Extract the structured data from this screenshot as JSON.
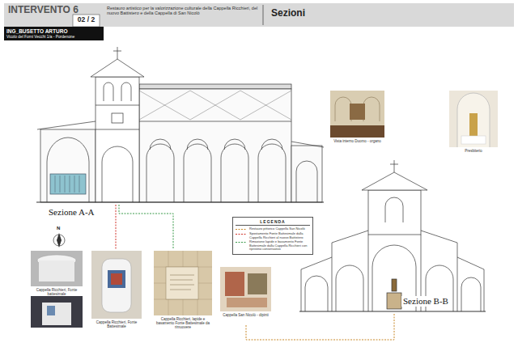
{
  "diagram": {
    "title": "Sezioni",
    "labels": [
      "INTERVENTO 6",
      "02 / 2",
      "Restauro artistico per la valorizzazione culturale della Cappella Ricchieri, del nuovo Battistero e della Cappella di San Nicolò",
      "ING_BUSETTO ARTURO",
      "Vicolo del Forni Vecchi 1/a - Pordenone",
      "Sezione A-A",
      "Sezione B-B",
      "N",
      "LEGENDA",
      "Vista interno Duomo - organo",
      "Presbiterio",
      "Cappella Ricchieri, Fonte battesimale",
      "Cappella Ricchieri, Fonte Battesimale",
      "Cappella Ricchieri, lapide e basamento Fonte Battesimale da rimuovere",
      "Cappella San Nicolò - dipinti"
    ],
    "legend": [
      {
        "text": "Restauro pittorico Cappella San Nicolò"
      },
      {
        "text": "Spostamento Fonte Battesimale dalla Cappella Ricchieri al nuovo Battistero"
      },
      {
        "text": "Rimozione lapide e basamento Fonte Battesimale dalla Cappella Ricchieri con ripristino conservativo"
      }
    ]
  }
}
